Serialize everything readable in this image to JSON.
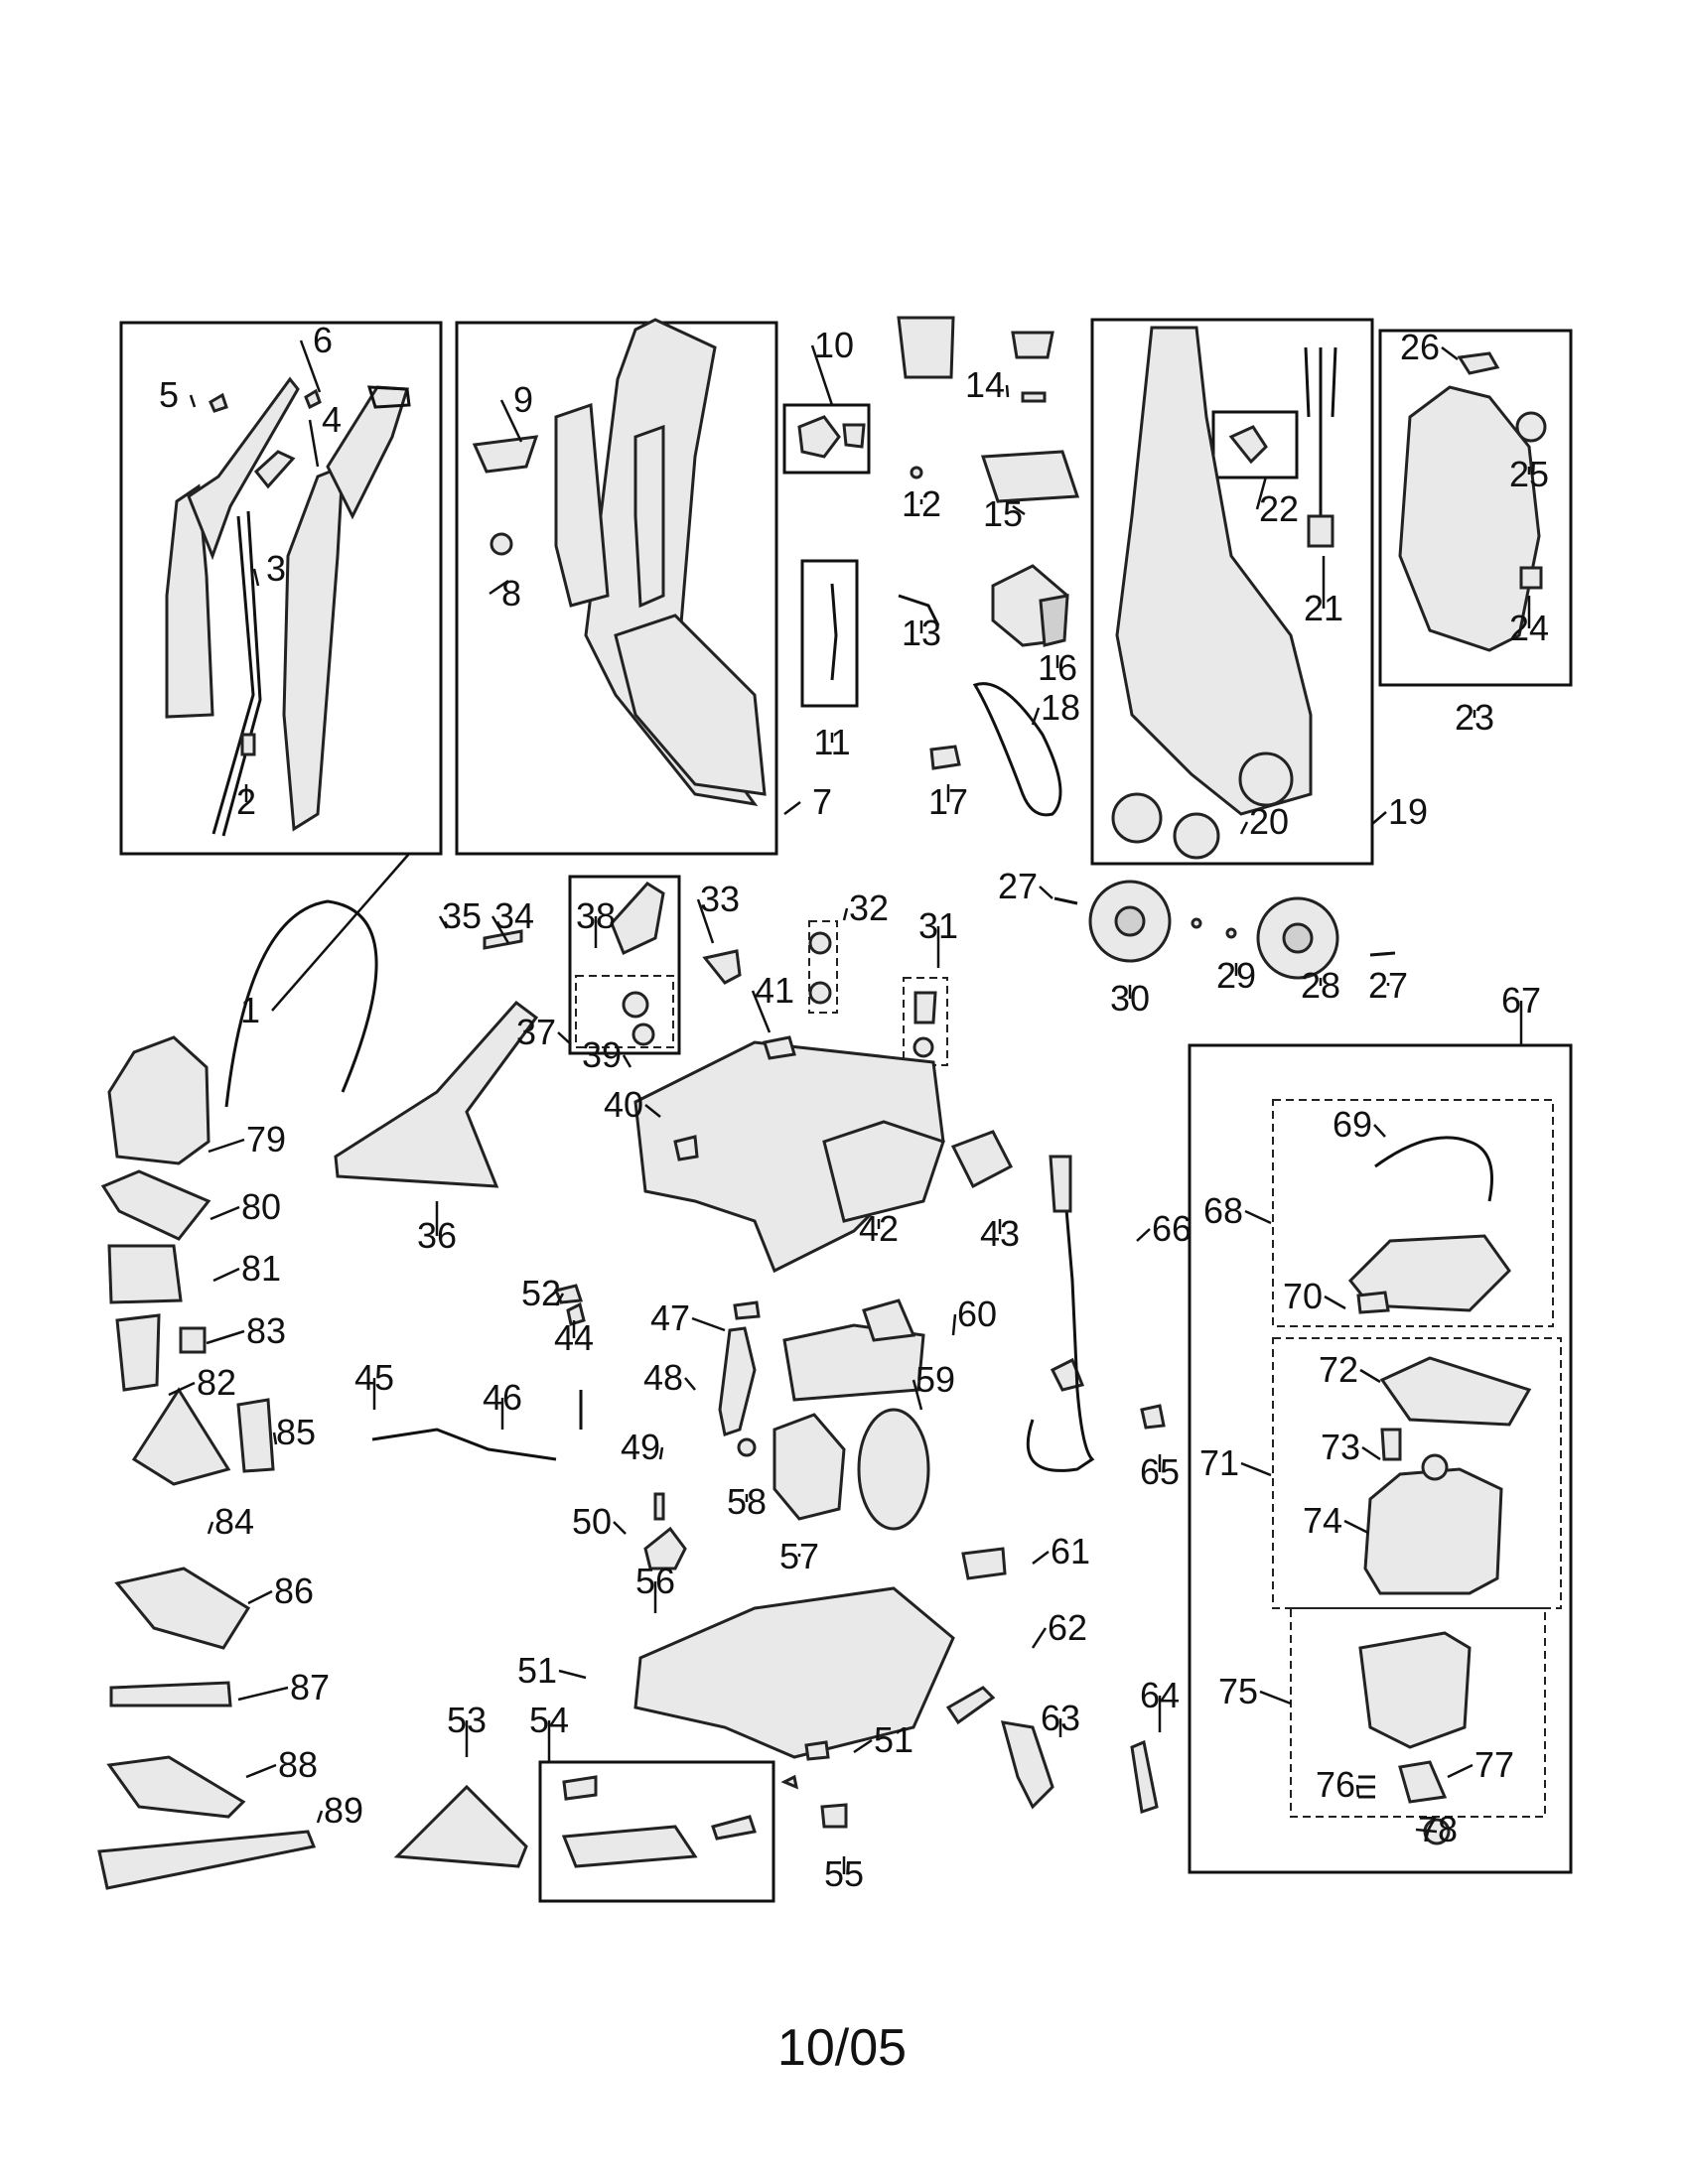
{
  "footer": {
    "date_code": "10/05"
  },
  "callouts": [
    "1",
    "2",
    "3",
    "4",
    "5",
    "6",
    "7",
    "8",
    "9",
    "10",
    "11",
    "12",
    "13",
    "14",
    "15",
    "16",
    "17",
    "18",
    "19",
    "20",
    "21",
    "22",
    "23",
    "24",
    "25",
    "26",
    "27",
    "27",
    "28",
    "29",
    "30",
    "31",
    "32",
    "33",
    "34",
    "35",
    "36",
    "37",
    "38",
    "39",
    "40",
    "41",
    "42",
    "43",
    "44",
    "45",
    "46",
    "47",
    "48",
    "49",
    "50",
    "51",
    "51",
    "52",
    "53",
    "54",
    "55",
    "56",
    "57",
    "58",
    "59",
    "60",
    "61",
    "62",
    "63",
    "64",
    "65",
    "66",
    "67",
    "68",
    "69",
    "70",
    "71",
    "72",
    "73",
    "74",
    "75",
    "76",
    "77",
    "78",
    "79",
    "80",
    "81",
    "82",
    "83",
    "84",
    "85",
    "86",
    "87",
    "88",
    "89"
  ]
}
